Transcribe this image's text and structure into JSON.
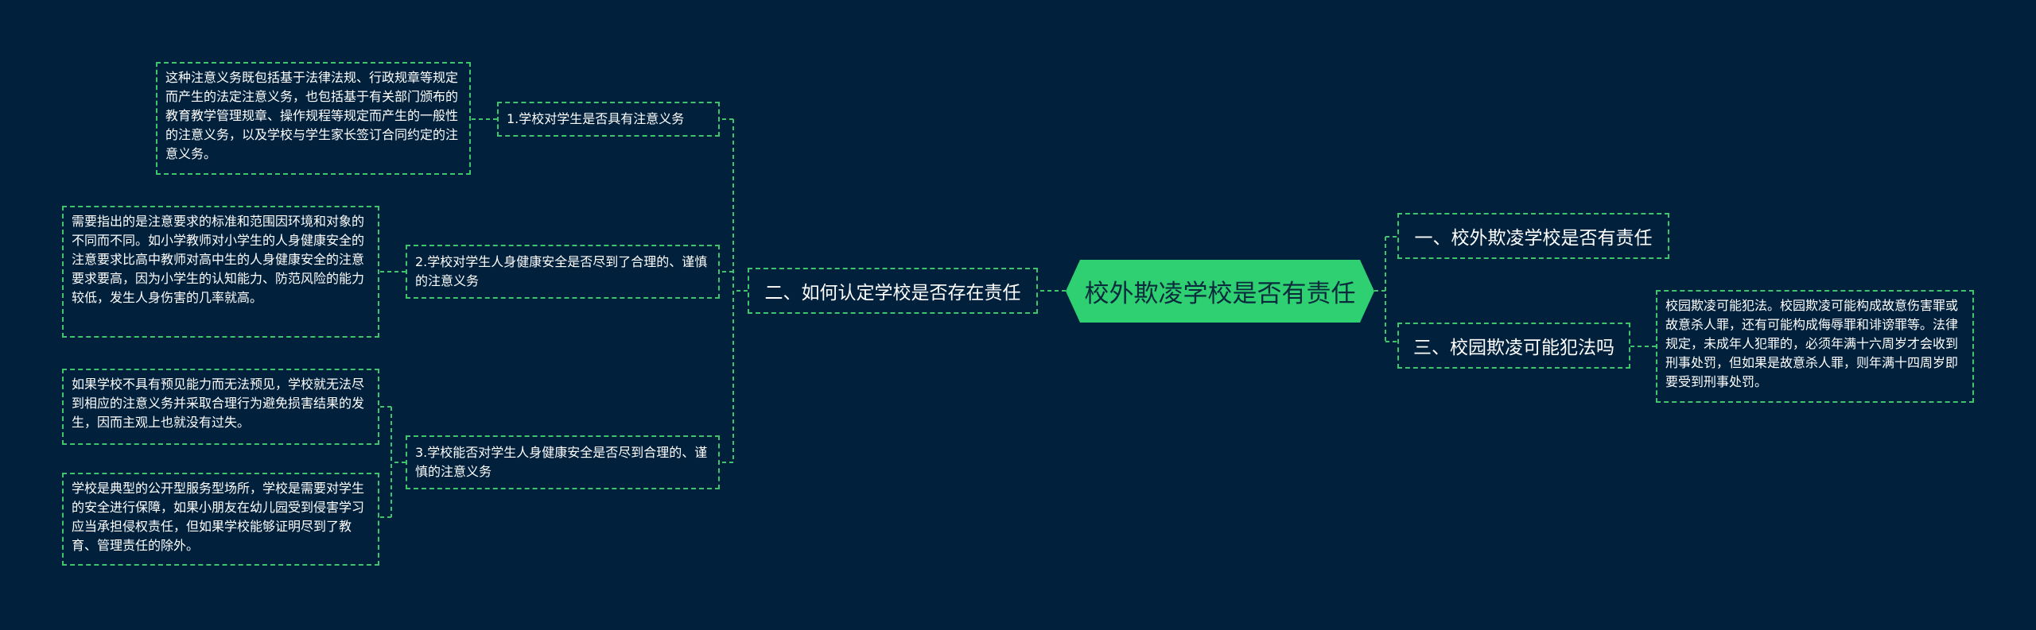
{
  "root": {
    "label": "校外欺凌学校是否有责任"
  },
  "right": [
    {
      "label": "一、校外欺凌学校是否有责任"
    },
    {
      "label": "三、校园欺凌可能犯法吗",
      "detail": "校园欺凌可能犯法。校园欺凌可能构成故意伤害罪或故意杀人罪，还有可能构成侮辱罪和诽谤罪等。法律规定，未成年人犯罪的，必须年满十六周岁才会收到刑事处罚，但如果是故意杀人罪，则年满十四周岁即要受到刑事处罚。"
    }
  ],
  "left": {
    "label": "二、如何认定学校是否存在责任",
    "children": [
      {
        "label": "1.学校对学生是否具有注意义务",
        "details": [
          "这种注意义务既包括基于法律法规、行政规章等规定而产生的法定注意义务，也包括基于有关部门颁布的教育教学管理规章、操作规程等规定而产生的一般性的注意义务，以及学校与学生家长签订合同约定的注意义务。"
        ]
      },
      {
        "label": "2.学校对学生人身健康安全是否尽到了合理的、谨慎的注意义务",
        "details": [
          "需要指出的是注意要求的标准和范围因环境和对象的不同而不同。如小学教师对小学生的人身健康安全的注意要求比高中教师对高中生的人身健康安全的注意要求要高，因为小学生的认知能力、防范风险的能力较低，发生人身伤害的几率就高。"
        ]
      },
      {
        "label": "3.学校能否对学生人身健康安全是否尽到合理的、谨慎的注意义务",
        "details": [
          "如果学校不具有预见能力而无法预见，学校就无法尽到相应的注意义务并采取合理行为避免损害结果的发生，因而主观上也就没有过失。",
          "学校是典型的公开型服务型场所，学校是需要对学生的安全进行保障，如果小朋友在幼儿园受到侵害学习应当承担侵权责任，但如果学校能够证明尽到了教育、管理责任的除外。"
        ]
      }
    ]
  },
  "colors": {
    "background": "#01203b",
    "accent": "#2ed072",
    "line": "#3ec46d"
  }
}
